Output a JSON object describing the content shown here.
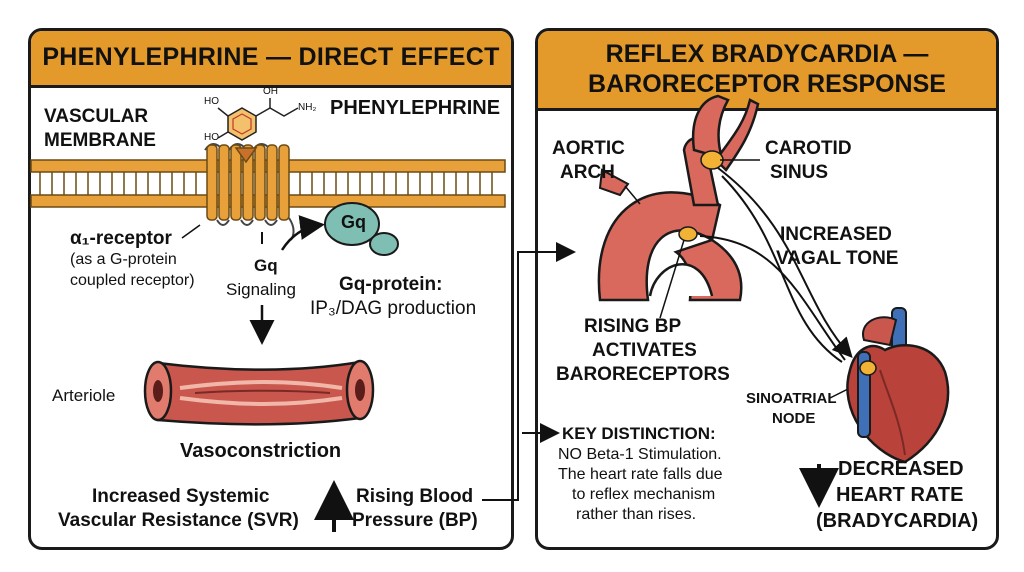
{
  "left": {
    "title": "PHENYLEPHRINE — DIRECT EFFECT",
    "membrane_label_1": "VASCULAR",
    "membrane_label_2": "MEMBRANE",
    "drug_label": "PHENYLEPHRINE",
    "chem": {
      "ho1": "HO",
      "ho2": "HO",
      "oh": "OH",
      "nh": "NH₂"
    },
    "receptor_title": "α₁-receptor",
    "receptor_sub_1": "(as a G-protein",
    "receptor_sub_2": "coupled receptor)",
    "gq_blob": "Gq",
    "gq_label": "Gq",
    "signaling": "Signaling",
    "gq_protein": "Gq-protein:",
    "ip3": "IP₃/DAG production",
    "arteriole": "Arteriole",
    "vasoconstriction": "Vasoconstriction",
    "svr_1": "Increased Systemic",
    "svr_2": "Vascular Resistance (SVR)",
    "bp_1": "Rising Blood",
    "bp_2": "Pressure (BP)"
  },
  "right": {
    "title_1": "REFLEX BRADYCARDIA —",
    "title_2": "BARORECEPTOR RESPONSE",
    "aortic_1": "AORTIC",
    "aortic_2": "ARCH",
    "carotid_1": "CAROTID",
    "carotid_2": "SINUS",
    "vagal_1": "INCREASED",
    "vagal_2": "VAGAL TONE",
    "baro_1": "RISING BP",
    "baro_2": "ACTIVATES",
    "baro_3": "BARORECEPTORS",
    "sa_1": "SINOATRIAL",
    "sa_2": "NODE",
    "key_title": "KEY DISTINCTION:",
    "key_1": "NO Beta-1 Stimulation.",
    "key_2": "The heart rate falls due",
    "key_3": "to reflex mechanism",
    "key_4": "rather than rises.",
    "hr_1": "DECREASED",
    "hr_2": "HEART RATE",
    "hr_3": "(BRADYCARDIA)"
  },
  "colors": {
    "header": "#e39a2a",
    "membrane": "#e8a13a",
    "vessel": "#c9574d",
    "g_protein": "#7fbfb3",
    "vein": "#3f6fb6"
  }
}
